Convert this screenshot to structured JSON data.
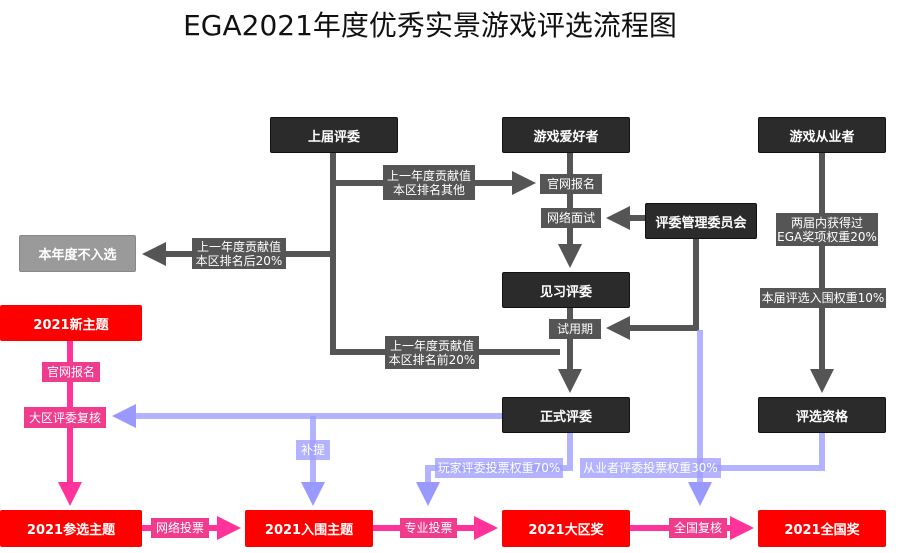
{
  "title": "EGA2021年度优秀实景游戏评选流程图",
  "boxes": {
    "prev_judges": "上届评委",
    "game_fans": "游戏爱好者",
    "industry": "游戏从业者",
    "committee": "评委管理委员会",
    "trainee": "见习评委",
    "formal": "正式评委",
    "qualification": "评选资格",
    "not_selected": "本年度不入选",
    "new_theme": "2021新主题",
    "entry_theme": "2021参选主题",
    "finalist_theme": "2021入围主题",
    "regional_award": "2021大区奖",
    "national_award": "2021全国奖"
  },
  "labels": {
    "other_l1": "上一年度贡献值",
    "other_l2": "本区排名其他",
    "official_signup": "官网报名",
    "interview": "网络面试",
    "bottom_l1": "上一年度贡献值",
    "bottom_l2": "本区排名后20%",
    "award_l1": "两届内获得过",
    "award_l2": "EGA奖项权重20%",
    "finalist_weight": "本届评选入围权重10%",
    "probation": "试用期",
    "top_l1": "上一年度贡献值",
    "top_l2": "本区排名前20%",
    "theme_signup": "官网报名",
    "regional_review": "大区评委复核",
    "online_vote": "网络投票",
    "pro_vote": "专业投票",
    "national_review": "全国复核",
    "supplement": "补提",
    "player_weight": "玩家评委投票权重70%",
    "industry_weight": "从业者评委投票权重30%"
  },
  "colors": {
    "dark": "#2b2b2b",
    "grey_line": "#555555",
    "pink": "#ff3399",
    "blue": "#9999ff",
    "red": "#ff0000"
  }
}
